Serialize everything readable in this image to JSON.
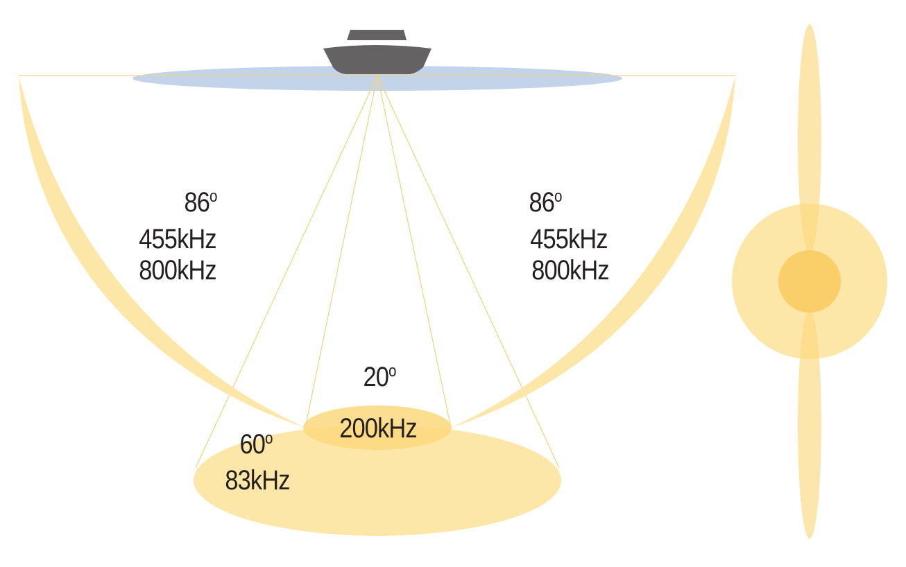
{
  "colors": {
    "beam_light": "#fde7a8",
    "beam_mid": "#fcd87e",
    "beam_dark": "#f9c95a",
    "beam_line": "#f5d27a",
    "water": "#c3d4ea",
    "boat": "#646263",
    "text": "#231f20"
  },
  "icons": {
    "boat": "boat-icon"
  },
  "labels": {
    "side_left": {
      "angle": "86",
      "degree_mark": "o",
      "freq1": "455kHz",
      "freq2": "800kHz"
    },
    "side_right": {
      "angle": "86",
      "degree_mark": "o",
      "freq1": "455kHz",
      "freq2": "800kHz"
    },
    "narrow": {
      "angle": "20",
      "degree_mark": "o",
      "freq": "200kHz"
    },
    "wide": {
      "angle": "60",
      "degree_mark": "o",
      "freq": "83kHz"
    }
  }
}
